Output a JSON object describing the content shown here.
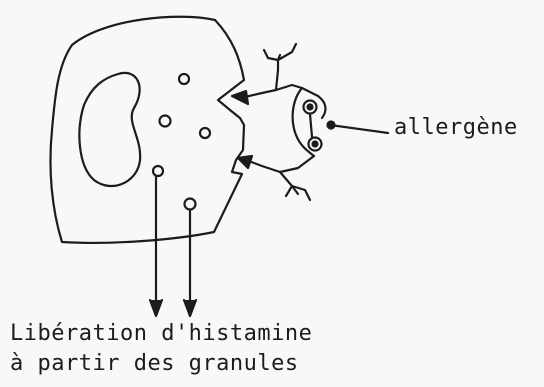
{
  "labels": {
    "allergen": "allergène",
    "caption_line_1": "Libération d'histamine",
    "caption_line_2": "à partir des granules"
  },
  "colors": {
    "ink": "#1c1c1c",
    "paper": "#f8f8f6"
  }
}
